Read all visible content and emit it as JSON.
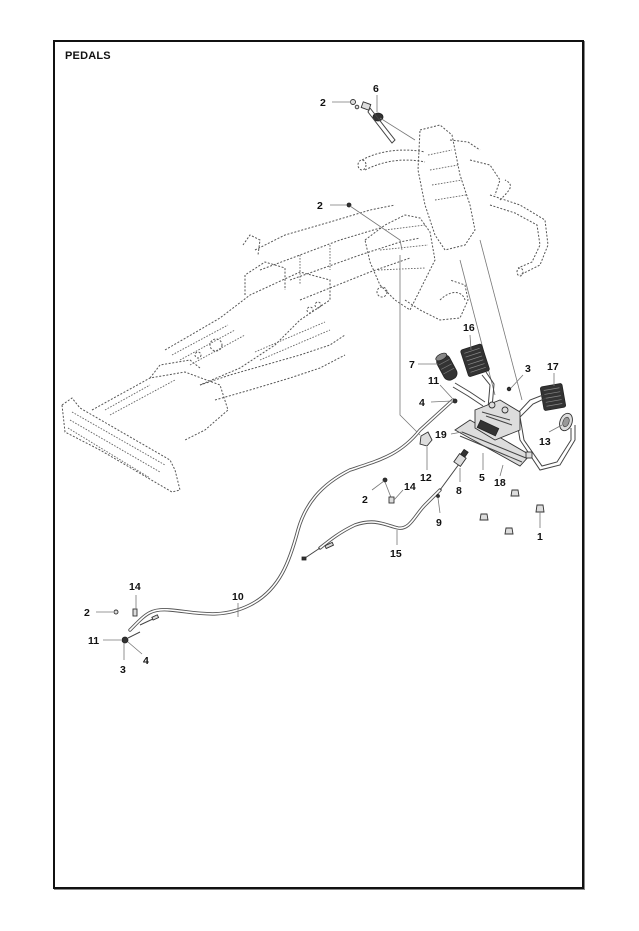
{
  "page": {
    "title": "PEDALS"
  },
  "callouts": {
    "c2_top": "2",
    "c6": "6",
    "c2_frame": "2",
    "c16": "16",
    "c7": "7",
    "c3_pedal": "3",
    "c17": "17",
    "c11_pedal": "11",
    "c4_pedal": "4",
    "c19": "19",
    "c13": "13",
    "c12": "12",
    "c5": "5",
    "c18": "18",
    "c8": "8",
    "c2_mid": "2",
    "c14_mid": "14",
    "c9": "9",
    "c1": "1",
    "c15": "15",
    "c14_left": "14",
    "c2_left": "2",
    "c10": "10",
    "c11_left": "11",
    "c4_left": "4",
    "c3_left": "3"
  },
  "colors": {
    "border": "#111111",
    "line_art": "#555555",
    "pedal_pad": "#333333"
  }
}
